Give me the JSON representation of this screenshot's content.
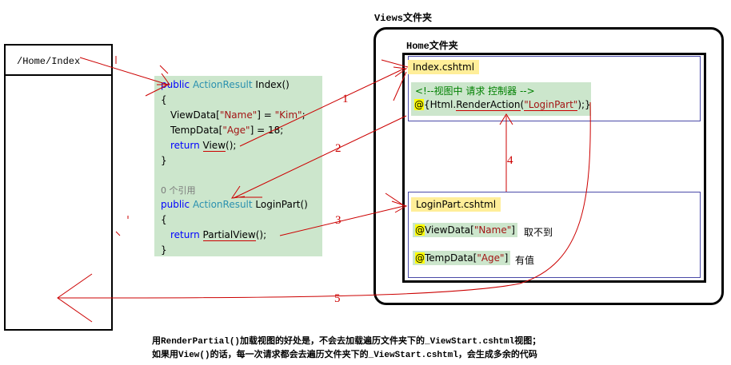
{
  "browser": {
    "url": "/Home/Index"
  },
  "code": {
    "lines": {
      "l1_kw": "public",
      "l1_type": "ActionResult",
      "l1_rest": " Index()",
      "l2": "{",
      "l3_a": "ViewData[",
      "l3_s1": "\"Name\"",
      "l3_b": "] = ",
      "l3_s2": "\"Kim\"",
      "l3_c": ";",
      "l4_a": "TempData[",
      "l4_s1": "\"Age\"",
      "l4_b": "] = 18;",
      "l5_kw": "return",
      "l5_call": "View",
      "l5_rest": "();",
      "l6": "}",
      "ref": "0 个引用",
      "l7_kw": "public",
      "l7_type": "ActionResult",
      "l7_rest": " LoginPart()",
      "l8": "{",
      "l9_kw": "return",
      "l9_call": "PartialView",
      "l9_rest": "();",
      "l10": "}"
    }
  },
  "views": {
    "title": "Views文件夹",
    "home_title": "Home文件夹",
    "index": {
      "filename": "Index.cshtml",
      "comment": "<!--视图中 请求 控制器 -->",
      "at": "@",
      "code_a": "{Html.",
      "code_method": "RenderAction",
      "code_b": "(",
      "code_s": "\"LoginPart\"",
      "code_c": ");}"
    },
    "loginpart": {
      "filename": "LoginPart.cshtml",
      "row1_at": "@",
      "row1_code": "ViewData[",
      "row1_s": "\"Name\"",
      "row1_end": "]",
      "row1_note": "取不到",
      "row2_at": "@",
      "row2_code": "TempData[",
      "row2_s": "\"Age\"",
      "row2_end": "]",
      "row2_note": "有值"
    }
  },
  "steps": [
    "1",
    "2",
    "3",
    "4",
    "5"
  ],
  "caption": {
    "line1": "用RenderPartial()加载视图的好处是，不会去加载遍历文件夹下的_ViewStart.cshtml视图；",
    "line2": "如果用View()的话，每一次请求都会去遍历文件夹下的_ViewStart.cshtml，会生成多余的代码"
  },
  "colors": {
    "arrow": "#cc0000",
    "code_bg": "#cce6cc",
    "keyword": "#0000ff",
    "type": "#2b91af",
    "string": "#a31515",
    "filename_bg": "#ffee99"
  }
}
